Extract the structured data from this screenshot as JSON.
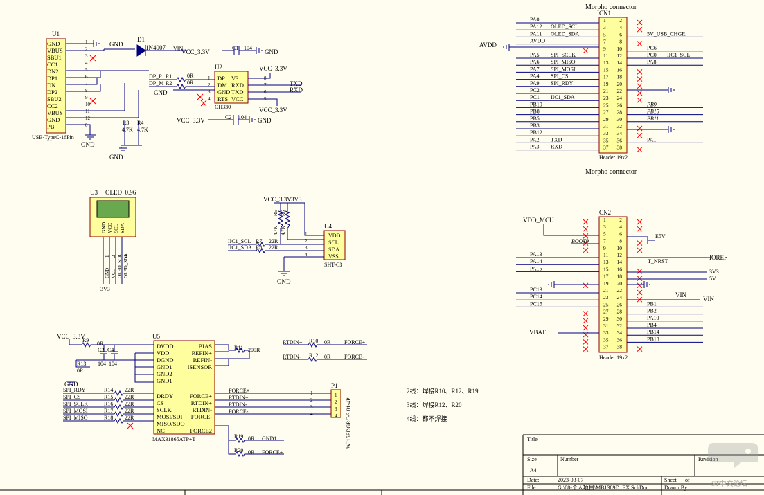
{
  "sheet": {
    "title_label": "Title",
    "size_label": "Size",
    "size_value": "A4",
    "number_label": "Number",
    "revision_label": "Revision",
    "date_label": "Date:",
    "date_value": "2023-03-07",
    "sheet_label": "Sheet",
    "of_label": "of",
    "file_label": "File:",
    "file_value": "G:\\08-个人项目\\MB1389D_EX.SchDoc",
    "drawn_label": "Drawn By:",
    "watermark": "ST中文论坛"
  },
  "u1": {
    "ref": "U1",
    "name": "USB-TypeC-16Pin",
    "pins": [
      "GND",
      "VBUS",
      "SBU1",
      "CC1",
      "DN2",
      "DP1",
      "DN1",
      "DP2",
      "SBU2",
      "CC2",
      "VBUS",
      "GND",
      "PB"
    ],
    "nums": [
      "1",
      "2",
      "3",
      "4",
      "5",
      "6",
      "7",
      "8",
      "9",
      "10",
      "11",
      "12",
      "0"
    ],
    "gnd_top": "GND",
    "gnd_bottom": "GND",
    "gnd_bottom2": "GND",
    "r3": "R3",
    "r3v": "4.7K",
    "r4": "R4",
    "r4v": "4.7K"
  },
  "d1": {
    "ref": "D1",
    "value": "1N4007",
    "vin": "VIN",
    "vcc": "VCC_3.3V"
  },
  "c1": {
    "ref": "C1",
    "value": "104",
    "gnd": "GND"
  },
  "u2": {
    "ref": "U2",
    "name": "CH330",
    "left": [
      "DP",
      "DM",
      "GND",
      "RTS"
    ],
    "left_nums": [
      "1",
      "2",
      "3",
      "4"
    ],
    "right": [
      "V3",
      "RXD",
      "TXD",
      "VCC"
    ],
    "right_nums": [
      "8",
      "7",
      "6",
      "5"
    ],
    "r1": "R1",
    "r1v": "0R",
    "r2": "R2",
    "r2v": "0R",
    "dp": "DP_P",
    "dm": "DP_M",
    "gnd": "GND",
    "vcc_top": "VCC_3.3V",
    "vcc_bot": "VCC_3.3V",
    "txd": "TXD",
    "rxd": "RXD"
  },
  "c2": {
    "ref": "C2",
    "value": "104",
    "vcc": "VCC_3.3V",
    "gnd": "GND"
  },
  "cn1": {
    "title": "Morpho connector",
    "ref": "CN1",
    "name": "Header 19x2",
    "left_nums": [
      "1",
      "3",
      "5",
      "7",
      "9",
      "11",
      "13",
      "15",
      "17",
      "19",
      "21",
      "23",
      "25",
      "27",
      "29",
      "31",
      "33",
      "35",
      "37"
    ],
    "right_nums": [
      "2",
      "4",
      "6",
      "8",
      "10",
      "12",
      "14",
      "16",
      "18",
      "20",
      "22",
      "24",
      "26",
      "28",
      "30",
      "32",
      "34",
      "36",
      "38"
    ],
    "left_labels": [
      "PA0",
      "PA12",
      "PA11",
      "AVDD",
      "",
      "PA5",
      "PA6",
      "PA7",
      "PA4",
      "PA9",
      "PC2",
      "PC1",
      "PB10",
      "PB8",
      "PB5",
      "PB3",
      "PB12",
      "PA2",
      "PA3"
    ],
    "left_nets": [
      "",
      "OLED_SCL",
      "OLED_SDA",
      "",
      "",
      "SPI_SCLK",
      "SPI_MISO",
      "SPI_MOSI",
      "SPI_CS",
      "SPI_RDY",
      "",
      "IIC1_SDA",
      "",
      "",
      "",
      "",
      "",
      "TXD",
      "RXD"
    ],
    "right_labels": [
      "",
      "",
      "5V_USB_CHGR",
      "",
      "PC6",
      "PC0",
      "PA8",
      "",
      "",
      "",
      "",
      "",
      "PB9",
      "PB15",
      "PB11",
      "",
      "",
      "PA1",
      ""
    ],
    "right_nets": [
      "",
      "",
      "",
      "",
      "",
      "IIC1_SCL",
      "",
      "",
      "",
      "",
      "",
      "",
      "",
      "",
      "",
      "",
      "",
      "",
      ""
    ]
  },
  "cn2": {
    "title": "Morpho connector",
    "ref": "CN2",
    "name": "Header 19x2",
    "vdd": "VDD_MCU",
    "boot": "BOOT0",
    "e5v": "E5V",
    "ioref": "IOREF",
    "nrst": "T_NRST",
    "v33": "3V3",
    "v5": "5V",
    "vin": "VIN",
    "vin2": "VIN",
    "vbat": "VBAT",
    "left_labels": [
      "",
      "",
      "",
      "",
      "",
      "PA13",
      "PA14",
      "PA15",
      "",
      "",
      "PC13",
      "PC14",
      "PC15",
      "",
      "",
      "",
      "",
      "",
      ""
    ],
    "right_labels": [
      "",
      "",
      "",
      "",
      "",
      "",
      "",
      "",
      "",
      "",
      "",
      "",
      "PB1",
      "PB2",
      "PA10",
      "PB4",
      "PB14",
      "PB13",
      ""
    ]
  },
  "u3": {
    "ref": "U3",
    "name": "OLED_0.96",
    "pins": [
      "GND",
      "VCC",
      "SCL",
      "SDA"
    ],
    "nets": [
      "GND",
      "VCC",
      "OLED_SCL",
      "OLED_SDA"
    ],
    "nums": [
      "1",
      "2",
      "3",
      "4"
    ],
    "v33": "3V3"
  },
  "u4": {
    "ref": "U4",
    "name": "SHT-C3",
    "pins": [
      "VDD",
      "SCL",
      "SDA",
      "VSS"
    ],
    "nums": [
      "1",
      "2",
      "3",
      "4"
    ],
    "vcc": "VCC_3.3V",
    "v33": "3V3",
    "r5": "R5",
    "r6": "R6",
    "r5v": "4.7K",
    "r6v": "4.7K",
    "r7": "R7",
    "r8": "R8",
    "r7v": "22R",
    "r8v": "22R",
    "scl": "IIC1_SCL",
    "sda": "IIC1_SDA",
    "gnd": "GND"
  },
  "u5": {
    "ref": "U5",
    "name": "MAX31865ATP+T",
    "left": [
      "DVDD",
      "VDD",
      "DGND",
      "GND1",
      "GND2",
      "GND1",
      "DRDY",
      "CS",
      "SCLK",
      "MOSI/SDI",
      "MISO/SDO",
      "NC"
    ],
    "right": [
      "BIAS",
      "REFIN+",
      "REFIN-",
      "ISENSOR",
      "FORCE+",
      "RTDIN+",
      "RTDIN-",
      "FORCE-",
      "FORCE2"
    ],
    "vcc": "VCC_3.3V",
    "gnd": "GND",
    "r9": "R9",
    "r9v": "0R",
    "r13": "R13",
    "r13v": "0R",
    "c3": "C3",
    "c4": "C4",
    "c3v": "104",
    "c4v": "104",
    "r11": "R11",
    "r11v": "200R",
    "spi": [
      "SPI_RDY",
      "SPI_CS",
      "SPI_SCLK",
      "SPI_MOSI",
      "SPI_MISO"
    ],
    "spi_r": [
      "R14",
      "R15",
      "R16",
      "R17",
      "R18"
    ],
    "spi_rv": "22R",
    "nets": [
      "FORCE+",
      "RTDIN+",
      "RTDIN-",
      "FORCE-"
    ],
    "r10": "R10",
    "r10v": "0R",
    "r12": "R12",
    "r12v": "0R",
    "r19": "R19",
    "r19v": "0R",
    "r20": "R20",
    "r20v": "0R",
    "gnd1": "GND1",
    "force_plus": "FORCE+",
    "rtdin_plus": "RTDIN+",
    "rtdin_minus": "RTDIN-",
    "force_minus": "FORCE-"
  },
  "p1": {
    "ref": "P1",
    "name": "WJ15EDGRC-3.81-4P",
    "nums": [
      "1",
      "2",
      "3",
      "4"
    ]
  },
  "notes": [
    "2线：焊接R10、R12、R19",
    "3线：焊接R12、R20",
    "4线：都不焊接"
  ],
  "colors": {
    "wire": "#000080",
    "part": "#8b0000",
    "body": "#fffe9f",
    "bg": "#fffdf0",
    "noconn": "#ff0000",
    "label": "#000000"
  }
}
